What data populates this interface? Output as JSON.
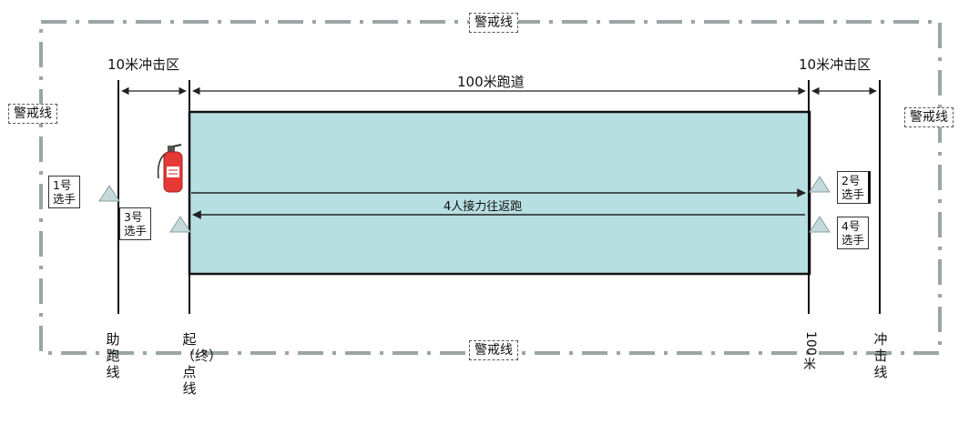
{
  "cordon_label": "警戒线",
  "impact_zone_label": "10米冲击区",
  "track_label": "100米跑道",
  "relay_label": "4人接力往返跑",
  "players": [
    {
      "num": "1号",
      "role": "选手"
    },
    {
      "num": "2号",
      "role": "选手"
    },
    {
      "num": "3号",
      "role": "选手"
    },
    {
      "num": "4号",
      "role": "选手"
    }
  ],
  "lines": {
    "run_up": "助跑线",
    "start_finish": "起（终）点线",
    "hundred_m_num": "100",
    "hundred_m_unit": "米",
    "impact": "冲击线"
  },
  "extinguisher_icon": "fire-extinguisher-icon",
  "colors": {
    "track_fill": "#b7dfe2",
    "cordon": "#9aa5a5",
    "marker": "#c5d9da"
  }
}
